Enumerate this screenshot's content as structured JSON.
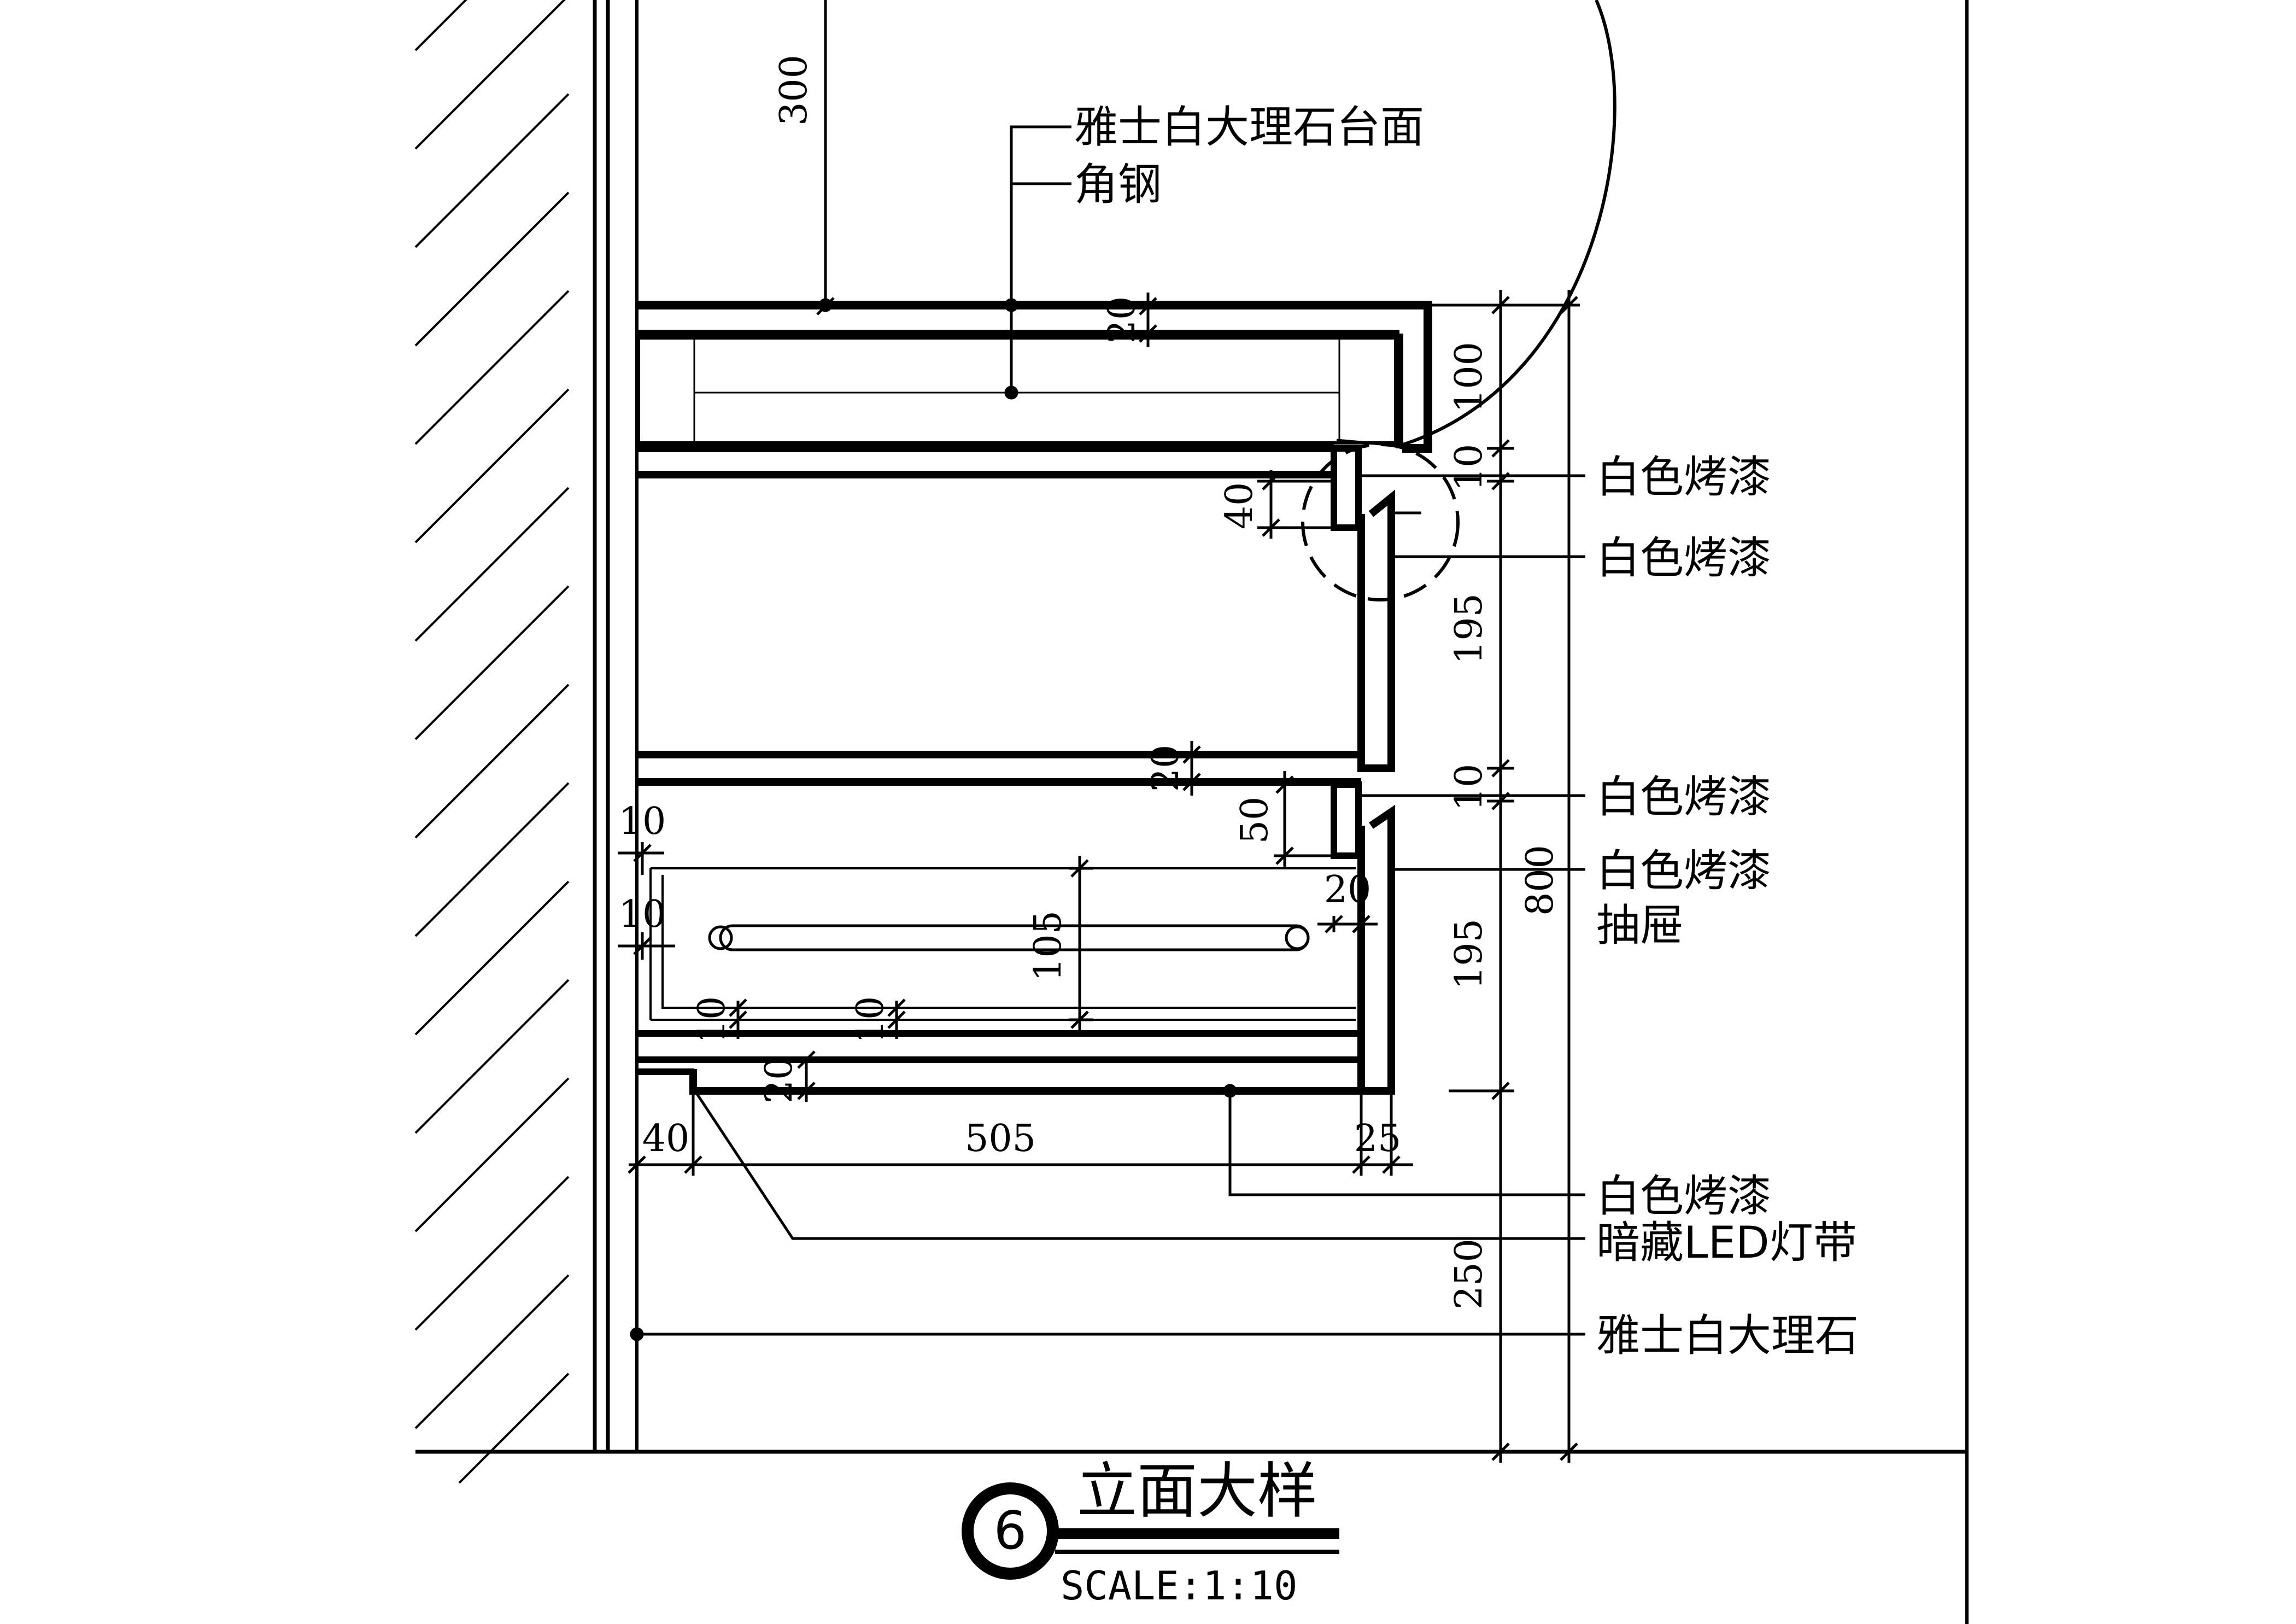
{
  "labels": {
    "countertop": "雅士白大理石台面",
    "angle_steel": "角钢",
    "paint_1": "白色烤漆",
    "paint_2": "白色烤漆",
    "paint_3": "白色烤漆",
    "paint_4": "白色烤漆",
    "drawer": "抽屉",
    "paint_5": "白色烤漆",
    "led_strip": "暗藏LED灯带",
    "marble": "雅士白大理石"
  },
  "dimensions": {
    "d300": "300",
    "d20_top": "20",
    "d100": "100",
    "d10_a": "10",
    "d40_left": "40",
    "d195_a": "195",
    "d20_mid": "20",
    "d10_b": "10",
    "d50": "50",
    "d800": "800",
    "d10_c": "10",
    "d10_d": "10",
    "d105": "105",
    "d20_right": "20",
    "d195_b": "195",
    "d10_e": "10",
    "d10_f": "10",
    "d20_bottom": "20",
    "d40_bottom": "40",
    "d505": "505",
    "d25": "25",
    "d250": "250"
  },
  "title": {
    "number": "6",
    "name": "立面大样",
    "scale": "SCALE:1:10"
  },
  "colors": {
    "line": "#000000",
    "background": "#ffffff"
  }
}
